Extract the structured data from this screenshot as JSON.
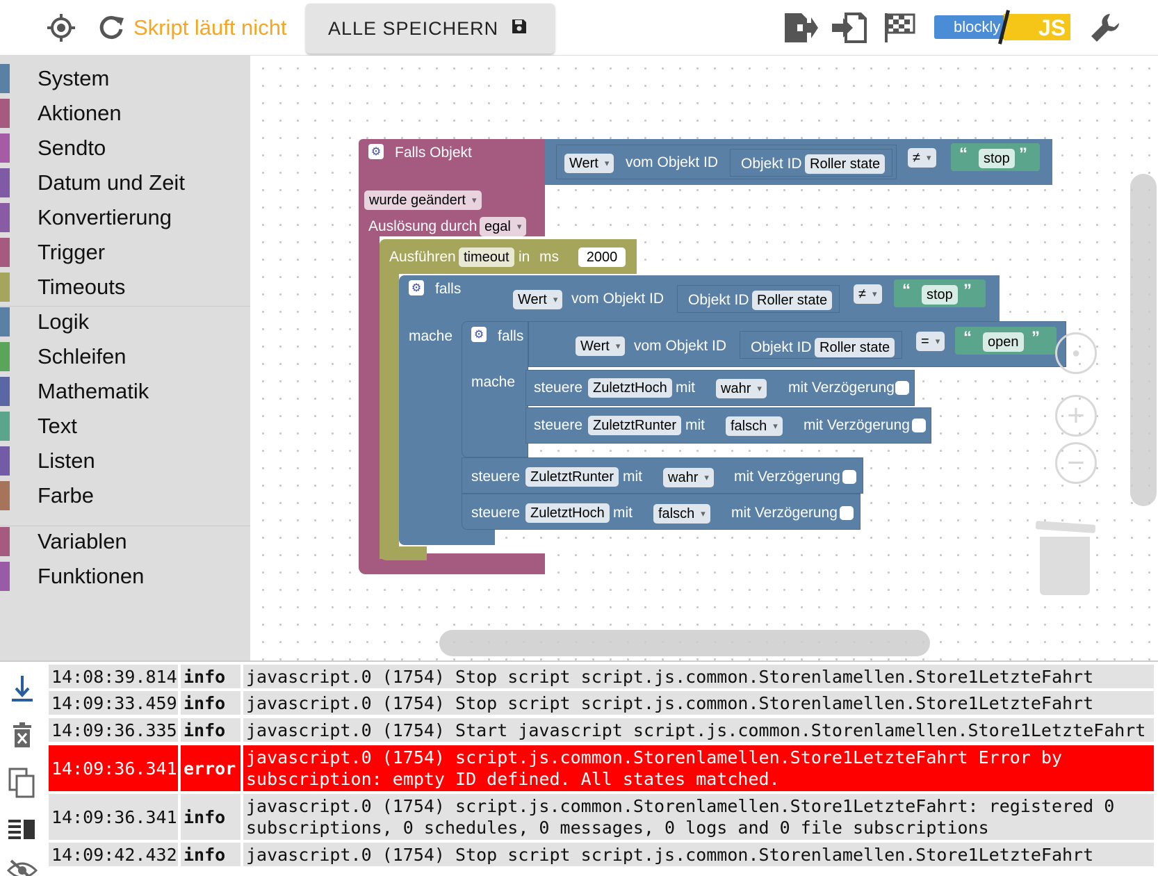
{
  "toolbar": {
    "status_text": "Skript läuft nicht",
    "save_label": "ALLE SPEICHERN",
    "blockly_label": "blockly",
    "js_label": "JS",
    "icons": [
      "target-icon",
      "reload-icon",
      "save-disk-icon",
      "export-icon",
      "import-icon",
      "flag-icon",
      "blockly-js-toggle-icon",
      "wrench-icon"
    ]
  },
  "sidebar": {
    "groups": [
      [
        {
          "label": "System",
          "color": "#5b80a5"
        },
        {
          "label": "Aktionen",
          "color": "#a55b80"
        },
        {
          "label": "Sendto",
          "color": "#a55ba5"
        },
        {
          "label": "Datum und Zeit",
          "color": "#805ba5"
        },
        {
          "label": "Konvertierung",
          "color": "#8a5ba5"
        },
        {
          "label": "Trigger",
          "color": "#a55b80"
        },
        {
          "label": "Timeouts",
          "color": "#a5a55b"
        }
      ],
      [
        {
          "label": "Logik",
          "color": "#5b80a5"
        },
        {
          "label": "Schleifen",
          "color": "#5ba55b"
        },
        {
          "label": "Mathematik",
          "color": "#5b67a5"
        },
        {
          "label": "Text",
          "color": "#5ba58c"
        },
        {
          "label": "Listen",
          "color": "#745ba5"
        },
        {
          "label": "Farbe",
          "color": "#a5745b"
        }
      ],
      [
        {
          "label": "Variablen",
          "color": "#a55b80"
        },
        {
          "label": "Funktionen",
          "color": "#995ba5"
        }
      ]
    ]
  },
  "blocks": {
    "trigger": {
      "title": "Falls Objekt",
      "changed": "wurde geändert",
      "trigger_by": "Auslösung durch",
      "trigger_value": "egal"
    },
    "value_label": "Wert",
    "from_object": "vom Objekt ID",
    "object_id_label": "Objekt ID",
    "object_name": "Roller state",
    "neq": "≠",
    "eq": "=",
    "stop": "stop",
    "open": "open",
    "timeout": {
      "run": "Ausführen",
      "name": "timeout",
      "in": "in",
      "ms": "ms",
      "value": "2000"
    },
    "if_label": "falls",
    "do_label": "mache",
    "control": "steuere",
    "with": "mit",
    "delay": "mit Verzögerung",
    "inner_actions": [
      {
        "target": "ZuletztHoch",
        "value": "wahr"
      },
      {
        "target": "ZuletztRunter",
        "value": "falsch"
      }
    ],
    "outer_actions": [
      {
        "target": "ZuletztRunter",
        "value": "wahr"
      },
      {
        "target": "ZuletztHoch",
        "value": "falsch"
      }
    ]
  },
  "log": {
    "rows": [
      {
        "time": "14:08:39.814",
        "severity": "info",
        "message": "javascript.0 (1754) Stop script script.js.common.Storenlamellen.Store1LetzteFahrt"
      },
      {
        "time": "14:09:33.459",
        "severity": "info",
        "message": "javascript.0 (1754) Stop script script.js.common.Storenlamellen.Store1LetzteFahrt"
      },
      {
        "time": "14:09:36.335",
        "severity": "info",
        "message": "javascript.0 (1754) Start javascript script.js.common.Storenlamellen.Store1LetzteFahrt"
      },
      {
        "time": "14:09:36.341",
        "severity": "error",
        "message": "javascript.0 (1754) script.js.common.Storenlamellen.Store1LetzteFahrt Error by subscription: empty ID defined. All states matched."
      },
      {
        "time": "14:09:36.341",
        "severity": "info",
        "message": "javascript.0 (1754) script.js.common.Storenlamellen.Store1LetzteFahrt: registered 0 subscriptions, 0 schedules, 0 messages, 0 logs and 0 file subscriptions"
      },
      {
        "time": "14:09:42.432",
        "severity": "info",
        "message": "javascript.0 (1754) Stop script script.js.common.Storenlamellen.Store1LetzteFahrt"
      }
    ],
    "tool_icons": [
      "scroll-down-icon",
      "delete-log-icon",
      "copy-icon",
      "list-view-icon",
      "hide-icon"
    ]
  }
}
